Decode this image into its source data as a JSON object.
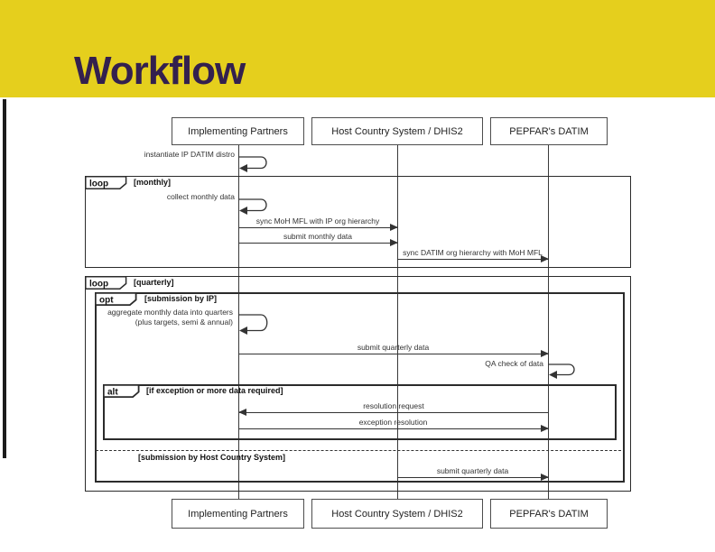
{
  "slide": {
    "title": "Workflow"
  },
  "colors": {
    "header_bg": "#e5cf1d",
    "title_text": "#33204e",
    "diagram_line": "#333333",
    "accent_bar": "#1c1c1c"
  },
  "actors": {
    "ip": "Implementing Partners",
    "hcs": "Host Country System / DHIS2",
    "datim": "PEPFAR's DATIM"
  },
  "frames": {
    "loop_monthly": {
      "operator": "loop",
      "guard": "[monthly]"
    },
    "loop_quarterly": {
      "operator": "loop",
      "guard": "[quarterly]"
    },
    "opt_submission_ip": {
      "operator": "opt",
      "guard": "[submission by IP]"
    },
    "alt_exception": {
      "operator": "alt",
      "guard": "[if exception or more data required]"
    },
    "divider_guard": "[submission by Host Country System]"
  },
  "messages": {
    "instantiate": "instantiate IP DATIM distro",
    "collect": "collect monthly data",
    "sync_mfl": "sync MoH MFL with IP org hierarchy",
    "submit_monthly": "submit monthly data",
    "sync_datim": "sync DATIM org hierarchy with MoH MFL",
    "aggregate_1": "aggregate monthly data into quarters",
    "aggregate_2": "(plus targets, semi & annual)",
    "submit_quarterly_ip": "submit quarterly data",
    "qa_check": "QA check of data",
    "resolution_request": "resolution request",
    "exception_resolution": "exception resolution",
    "submit_quarterly_hcs": "submit quarterly data"
  }
}
